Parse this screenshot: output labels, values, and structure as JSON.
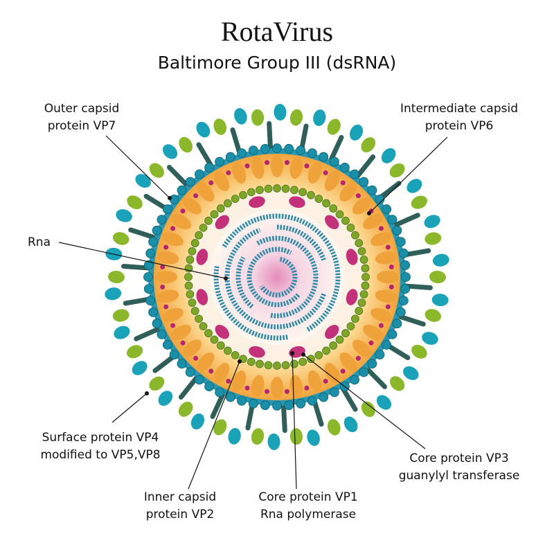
{
  "title": "RotaVirus",
  "subtitle": "Baltimore Group III (dsRNA)",
  "labels": {
    "outer_capsid": [
      "Outer capsid",
      "protein VP7"
    ],
    "intermediate_capsid": [
      "Intermediate capsid",
      "protein VP6"
    ],
    "rna": [
      "Rna"
    ],
    "surface_protein": [
      "Surface protein VP4",
      "modified to VP5,VP8"
    ],
    "core_vp3": [
      "Core protein VP3",
      "guanylyl transferase"
    ],
    "inner_capsid": [
      "Inner capsid",
      "protein VP2"
    ],
    "core_vp1": [
      "Core protein VP1",
      "Rna polymerase"
    ]
  },
  "colors": {
    "outer_bead": "#1b8fa8",
    "spike_teal": "#1aa3b8",
    "spike_green": "#8bb82a",
    "spike_stalk": "#2f5f58",
    "vp6_orange": "#f0a23a",
    "vp6_yellow": "#ffd98a",
    "vp6_magenta": "#b8246e",
    "inner_green": "#7ea628",
    "core_fill": "#fff6ec",
    "core_center": "#e98ac0",
    "rna_strand": "#2d8aa6"
  }
}
